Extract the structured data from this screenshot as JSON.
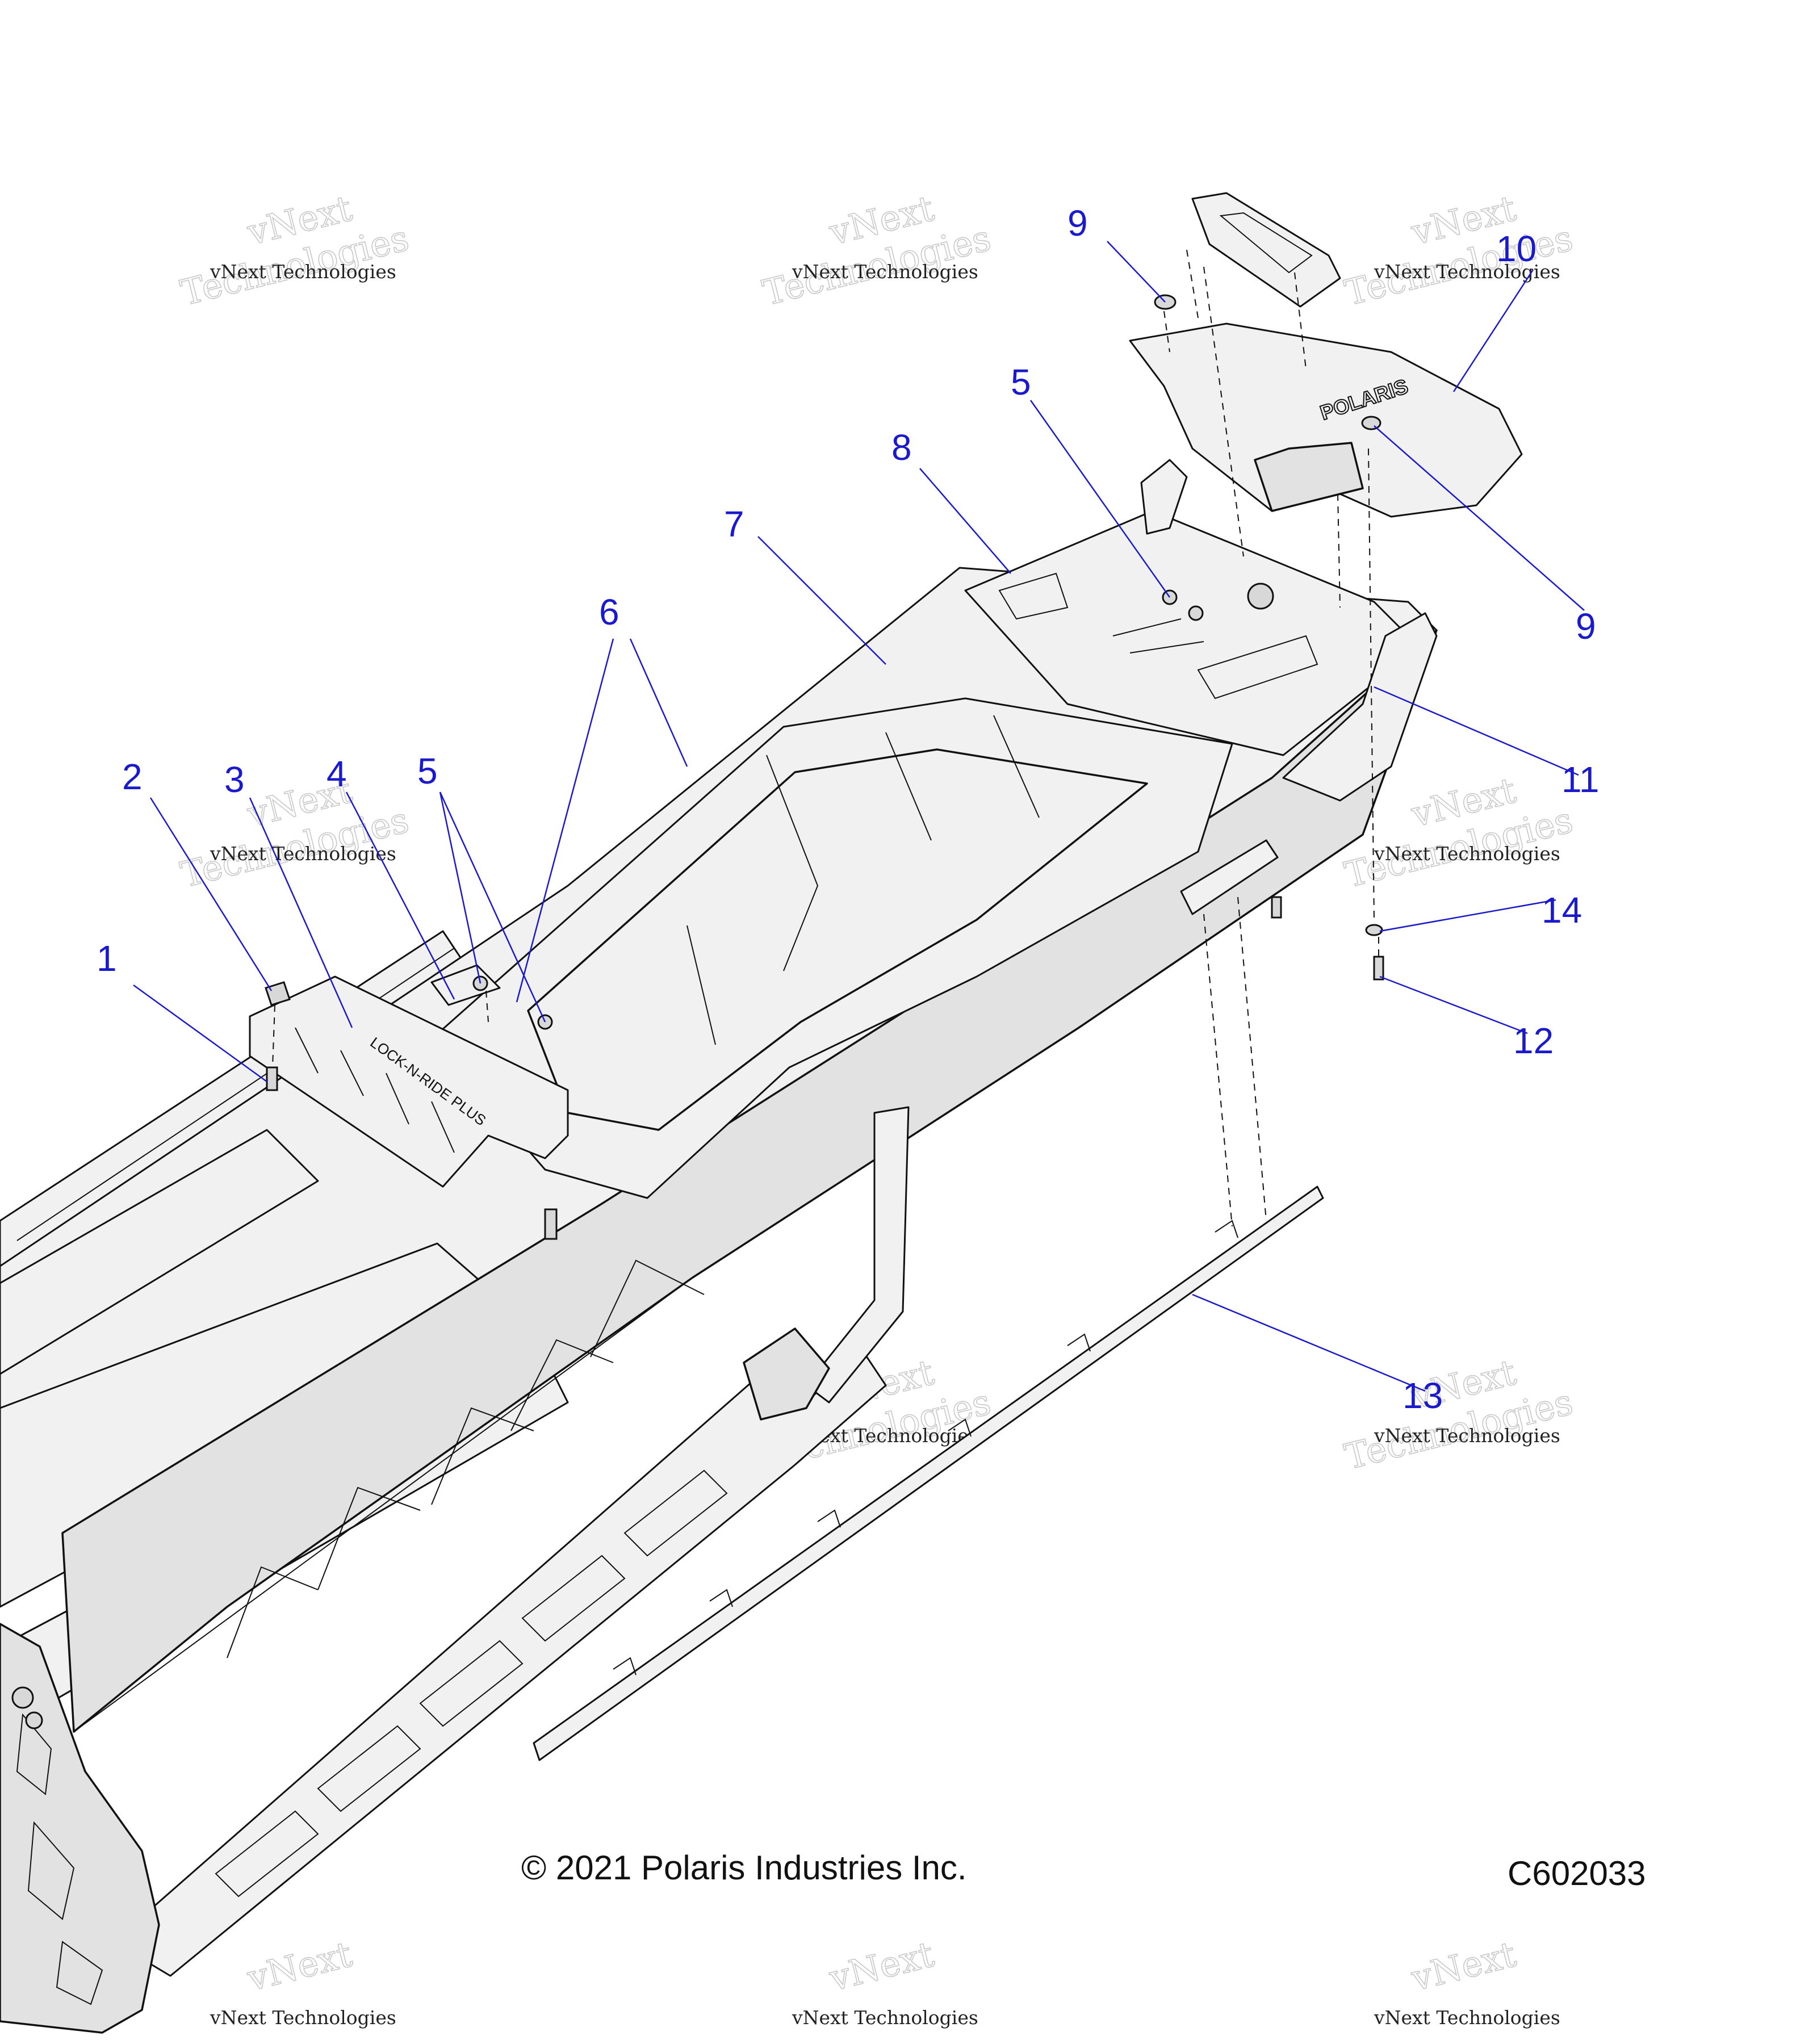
{
  "callouts": [
    {
      "id": "1",
      "label": "1"
    },
    {
      "id": "2",
      "label": "2"
    },
    {
      "id": "3",
      "label": "3"
    },
    {
      "id": "4",
      "label": "4"
    },
    {
      "id": "5a",
      "label": "5"
    },
    {
      "id": "5b",
      "label": "5"
    },
    {
      "id": "6",
      "label": "6"
    },
    {
      "id": "7",
      "label": "7"
    },
    {
      "id": "8",
      "label": "8"
    },
    {
      "id": "9a",
      "label": "9"
    },
    {
      "id": "9b",
      "label": "9"
    },
    {
      "id": "10",
      "label": "10"
    },
    {
      "id": "11",
      "label": "11"
    },
    {
      "id": "12",
      "label": "12"
    },
    {
      "id": "13",
      "label": "13"
    },
    {
      "id": "14",
      "label": "14"
    }
  ],
  "watermark": {
    "line1": "vNext Technologies",
    "ghost_top": "vNext",
    "ghost_bottom": "Technologies"
  },
  "part_markings": {
    "flap_logo": "POLARIS",
    "bracket_text": "LOCK-N-RIDE PLUS"
  },
  "footer": {
    "copyright": "© 2021 Polaris Industries Inc.",
    "figure_code": "C602033"
  }
}
